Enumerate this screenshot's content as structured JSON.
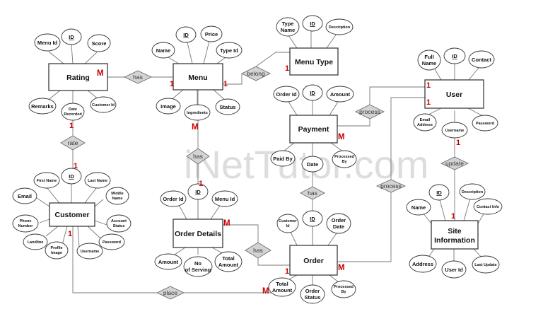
{
  "watermark": "iNetTutor.com",
  "entities": {
    "rating": "Rating",
    "menu": "Menu",
    "menu_type": "Menu Type",
    "user": "User",
    "payment": "Payment",
    "customer": "Customer",
    "order_details": "Order Details",
    "order": "Order",
    "site_information": "Site Information"
  },
  "relationships": {
    "has_rating_menu": "has",
    "belong": "belong",
    "process_payment_user": "process",
    "rate": "rate",
    "has_menu_orderdetails": "has",
    "has_payment_order": "has",
    "process_order_user": "process",
    "update": "update",
    "has_orderdetails_order": "has",
    "place": "place"
  },
  "attributes": {
    "rating": {
      "menu_id": "Menu Id",
      "id": "ID",
      "score": "Score",
      "remarks": "Remarks",
      "date_recorded": "Date Recorded",
      "customer_id": "Customer Id"
    },
    "menu": {
      "id": "ID",
      "price": "Price",
      "name": "Name",
      "type_id": "Type Id",
      "image": "Image",
      "ingredients": "Ingredients",
      "status": "Status"
    },
    "menu_type": {
      "type_name": "Type Name",
      "id": "ID",
      "description": "Description"
    },
    "user": {
      "full_name": "Full Name",
      "id": "ID",
      "contact": "Contact",
      "email_address": "Email Address",
      "username": "Username",
      "password": "Password"
    },
    "payment": {
      "order_id": "Order Id",
      "id": "ID",
      "amount": "Amount",
      "paid_by": "Paid By",
      "date": "Date",
      "processed_by": "Processed By"
    },
    "customer": {
      "first_name": "First Name",
      "id": "ID",
      "last_name": "Last Name",
      "email": "Email",
      "middle_name": "Middle Name",
      "phone_number": "Phone Number",
      "account_status": "Account Status",
      "landline": "Landline",
      "profile_image": "Profile Image",
      "username": "Username",
      "password": "Password"
    },
    "order_details": {
      "order_id": "Order Id",
      "id": "ID",
      "menu_id": "Menu Id",
      "amount": "Amount",
      "no_of_serving": "No of Serving",
      "total_amount": "Total Amount"
    },
    "order": {
      "customer_id": "Customer Id",
      "id": "ID",
      "order_date": "Order Date",
      "total_amount": "Total Amount",
      "order_status": "Order Status",
      "processed_by": "Processed By"
    },
    "site_information": {
      "id": "ID",
      "description": "Description",
      "name": "Name",
      "contact_info": "Contact Info",
      "address": "Address",
      "user_id": "User Id",
      "last_update": "Last Update"
    }
  },
  "cardinality": {
    "one": "1",
    "many": "M"
  }
}
